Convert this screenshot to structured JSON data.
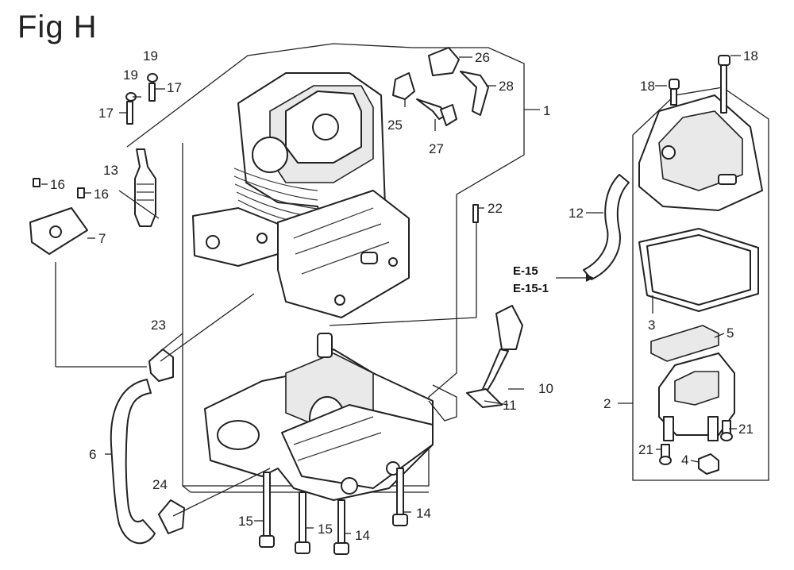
{
  "figure": {
    "title": "Fig H"
  },
  "callouts": {
    "c1": "1",
    "c2": "2",
    "c3": "3",
    "c4": "4",
    "c5": "5",
    "c6": "6",
    "c7": "7",
    "c10": "10",
    "c11": "11",
    "c12": "12",
    "c13": "13",
    "c14a": "14",
    "c14b": "14",
    "c15a": "15",
    "c15b": "15",
    "c16a": "16",
    "c16b": "16",
    "c17a": "17",
    "c17b": "17",
    "c18a": "18",
    "c18b": "18",
    "c19a": "19",
    "c19b": "19",
    "c21a": "21",
    "c21b": "21",
    "c22": "22",
    "c23": "23",
    "c24": "24",
    "c25": "25",
    "c26": "26",
    "c27": "27",
    "c28": "28"
  },
  "references": {
    "ref1": "E-15",
    "ref2": "E-15-1"
  }
}
